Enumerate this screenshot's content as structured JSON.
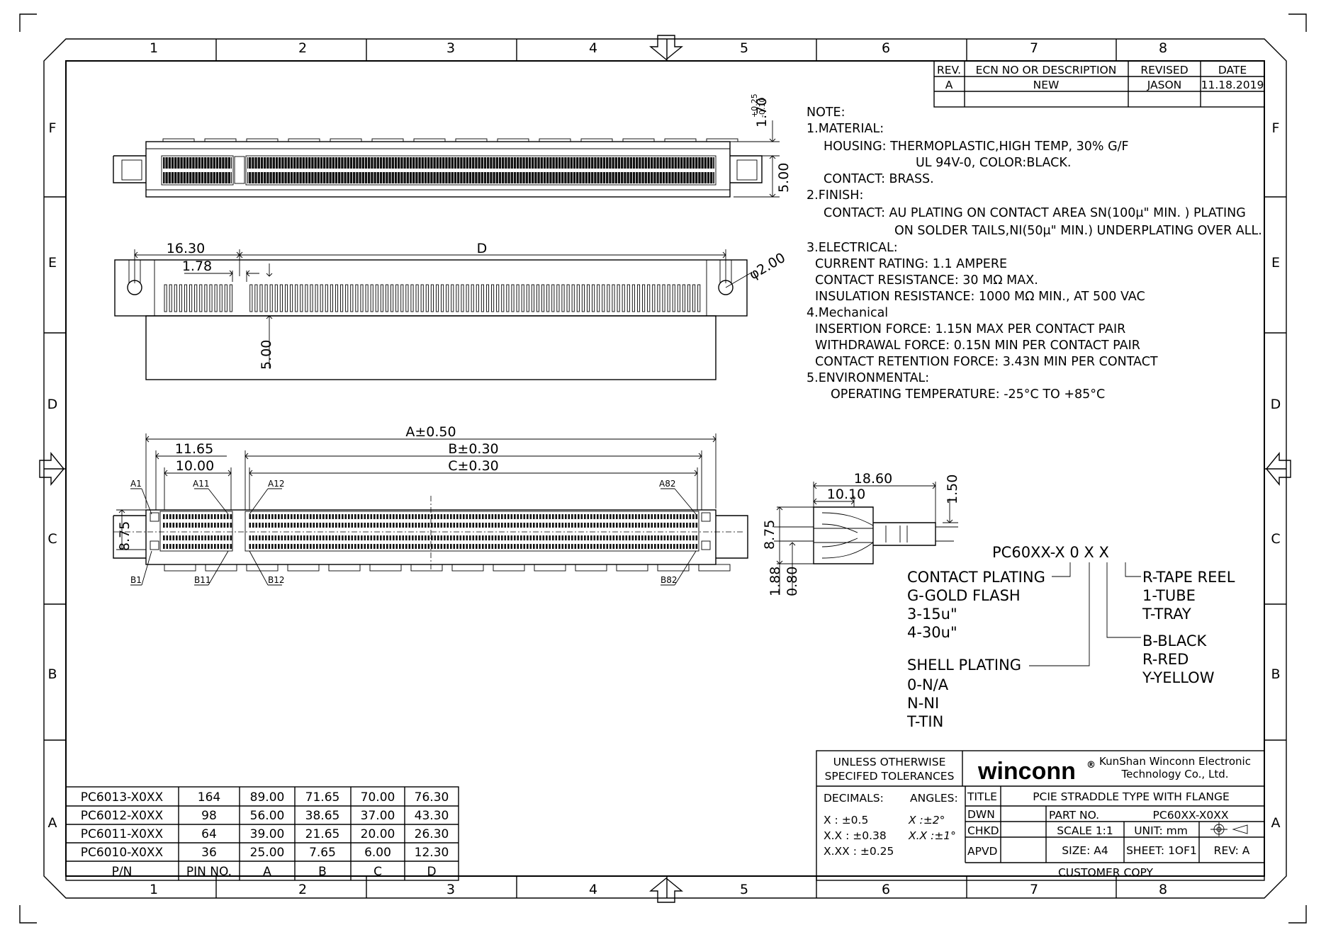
{
  "zones": {
    "columns": [
      "1",
      "2",
      "3",
      "4",
      "5",
      "6",
      "7",
      "8"
    ],
    "rows": [
      "F",
      "E",
      "D",
      "C",
      "B",
      "A"
    ]
  },
  "revision_table": {
    "headers": [
      "REV.",
      "ECN NO OR DESCRIPTION",
      "REVISED",
      "DATE"
    ],
    "row": [
      "A",
      "NEW",
      "JASON",
      "11.18.2019"
    ]
  },
  "notes": {
    "heading": "NOTE:",
    "lines": [
      "1.MATERIAL:",
      "HOUSING:  THERMOPLASTIC,HIGH TEMP,  30% G/F",
      "UL 94V-0,  COLOR:BLACK.",
      "CONTACT:  BRASS.",
      "2.FINISH:",
      "CONTACT:   AU PLATING ON CONTACT AREA SN(100μ\" MIN. ) PLATING",
      "ON SOLDER TAILS,NI(50μ\"  MIN.) UNDERPLATING OVER ALL.",
      "3.ELECTRICAL:",
      "CURRENT RATING: 1.1 AMPERE",
      "CONTACT RESISTANCE:  30 MΩ MAX.",
      "INSULATION RESISTANCE:  1000 MΩ MIN., AT 500 VAC",
      "4.Mechanical",
      "INSERTION FORCE: 1.15N MAX PER CONTACT PAIR",
      "WITHDRAWAL FORCE: 0.15N MIN PER CONTACT PAIR",
      "CONTACT RETENTION FORCE: 3.43N MIN PER CONTACT",
      "5.ENVIRONMENTAL:",
      "OPERATING TEMPERATURE:  -25°C  TO  +85°C"
    ]
  },
  "dimensions": {
    "top_height": "1.70",
    "top_tol_plus": "+0.25",
    "top_tol_minus": "-0.10",
    "top_width": "5.00",
    "side_16_30": "16.30",
    "side_1_78": "1.78",
    "side_D": "D",
    "side_hole": "φ2.00",
    "side_5_00": "5.00",
    "bottom_A": "A±0.50",
    "bottom_B": "B±0.30",
    "bottom_C": "C±0.30",
    "bottom_11_65": "11.65",
    "bottom_10_00": "10.00",
    "bottom_8_75": "8.75",
    "end_18_60": "18.60",
    "end_10_10": "10.10",
    "end_1_50": "1.50",
    "end_8_75": "8.75",
    "end_1_88": "1.88",
    "end_0_80": "0.80"
  },
  "pin_labels": {
    "a1": "A1",
    "a11": "A11",
    "a12": "A12",
    "a82": "A82",
    "b1": "B1",
    "b11": "B11",
    "b12": "B12",
    "b82": "B82"
  },
  "ordering_code": {
    "code": "PC60XX-X 0 X X",
    "contact_plating": "CONTACT PLATING",
    "contact_options": [
      "G-GOLD FLASH",
      "3-15u\"",
      "4-30u\""
    ],
    "shell_plating": "SHELL PLATING",
    "shell_options": [
      "0-N/A",
      "N-NI",
      "T-TIN"
    ],
    "packing_options": [
      "R-TAPE REEL",
      "1-TUBE",
      "T-TRAY"
    ],
    "color_options": [
      "B-BLACK",
      "R-RED",
      "Y-YELLOW"
    ]
  },
  "part_table": {
    "headers": [
      "P/N",
      "PIN NO.",
      "A",
      "B",
      "C",
      "D"
    ],
    "rows": [
      [
        "PC6013-X0XX",
        "164",
        "89.00",
        "71.65",
        "70.00",
        "76.30"
      ],
      [
        "PC6012-X0XX",
        "98",
        "56.00",
        "38.65",
        "37.00",
        "43.30"
      ],
      [
        "PC6011-X0XX",
        "64",
        "39.00",
        "21.65",
        "20.00",
        "26.30"
      ],
      [
        "PC6010-X0XX",
        "36",
        "25.00",
        "7.65",
        "6.00",
        "12.30"
      ]
    ]
  },
  "title_block": {
    "tolerance_title_1": "UNLESS  OTHERWISE",
    "tolerance_title_2": "SPECIFED  TOLERANCES",
    "decimals": "DECIMALS:",
    "angles": "ANGLES:",
    "tol_x": "X      : ±0.5",
    "tol_xx": "X.X    : ±0.38",
    "tol_xxx": "X.XX  : ±0.25",
    "ang_x": "X     :±2°",
    "ang_xx": "X.X :±1°",
    "brand": "winconn",
    "reg": "®",
    "company_1": "KunShan Winconn Electronic",
    "company_2": "Technology Co., Ltd.",
    "title_label": "TITLE",
    "title_value": "PCIE  STRADDLE  TYPE  WITH  FLANGE",
    "dwn": "DWN",
    "chkd": "CHKD",
    "apvd": "APVD",
    "part_no_label": "PART NO.",
    "part_no_value": "PC60XX-X0XX",
    "scale": "SCALE  1:1",
    "unit": "UNIT:  mm",
    "size": "SIZE:  A4",
    "sheet": "SHEET: 1OF1",
    "rev": "REV: A",
    "footer": "CUSTOMER  COPY"
  }
}
